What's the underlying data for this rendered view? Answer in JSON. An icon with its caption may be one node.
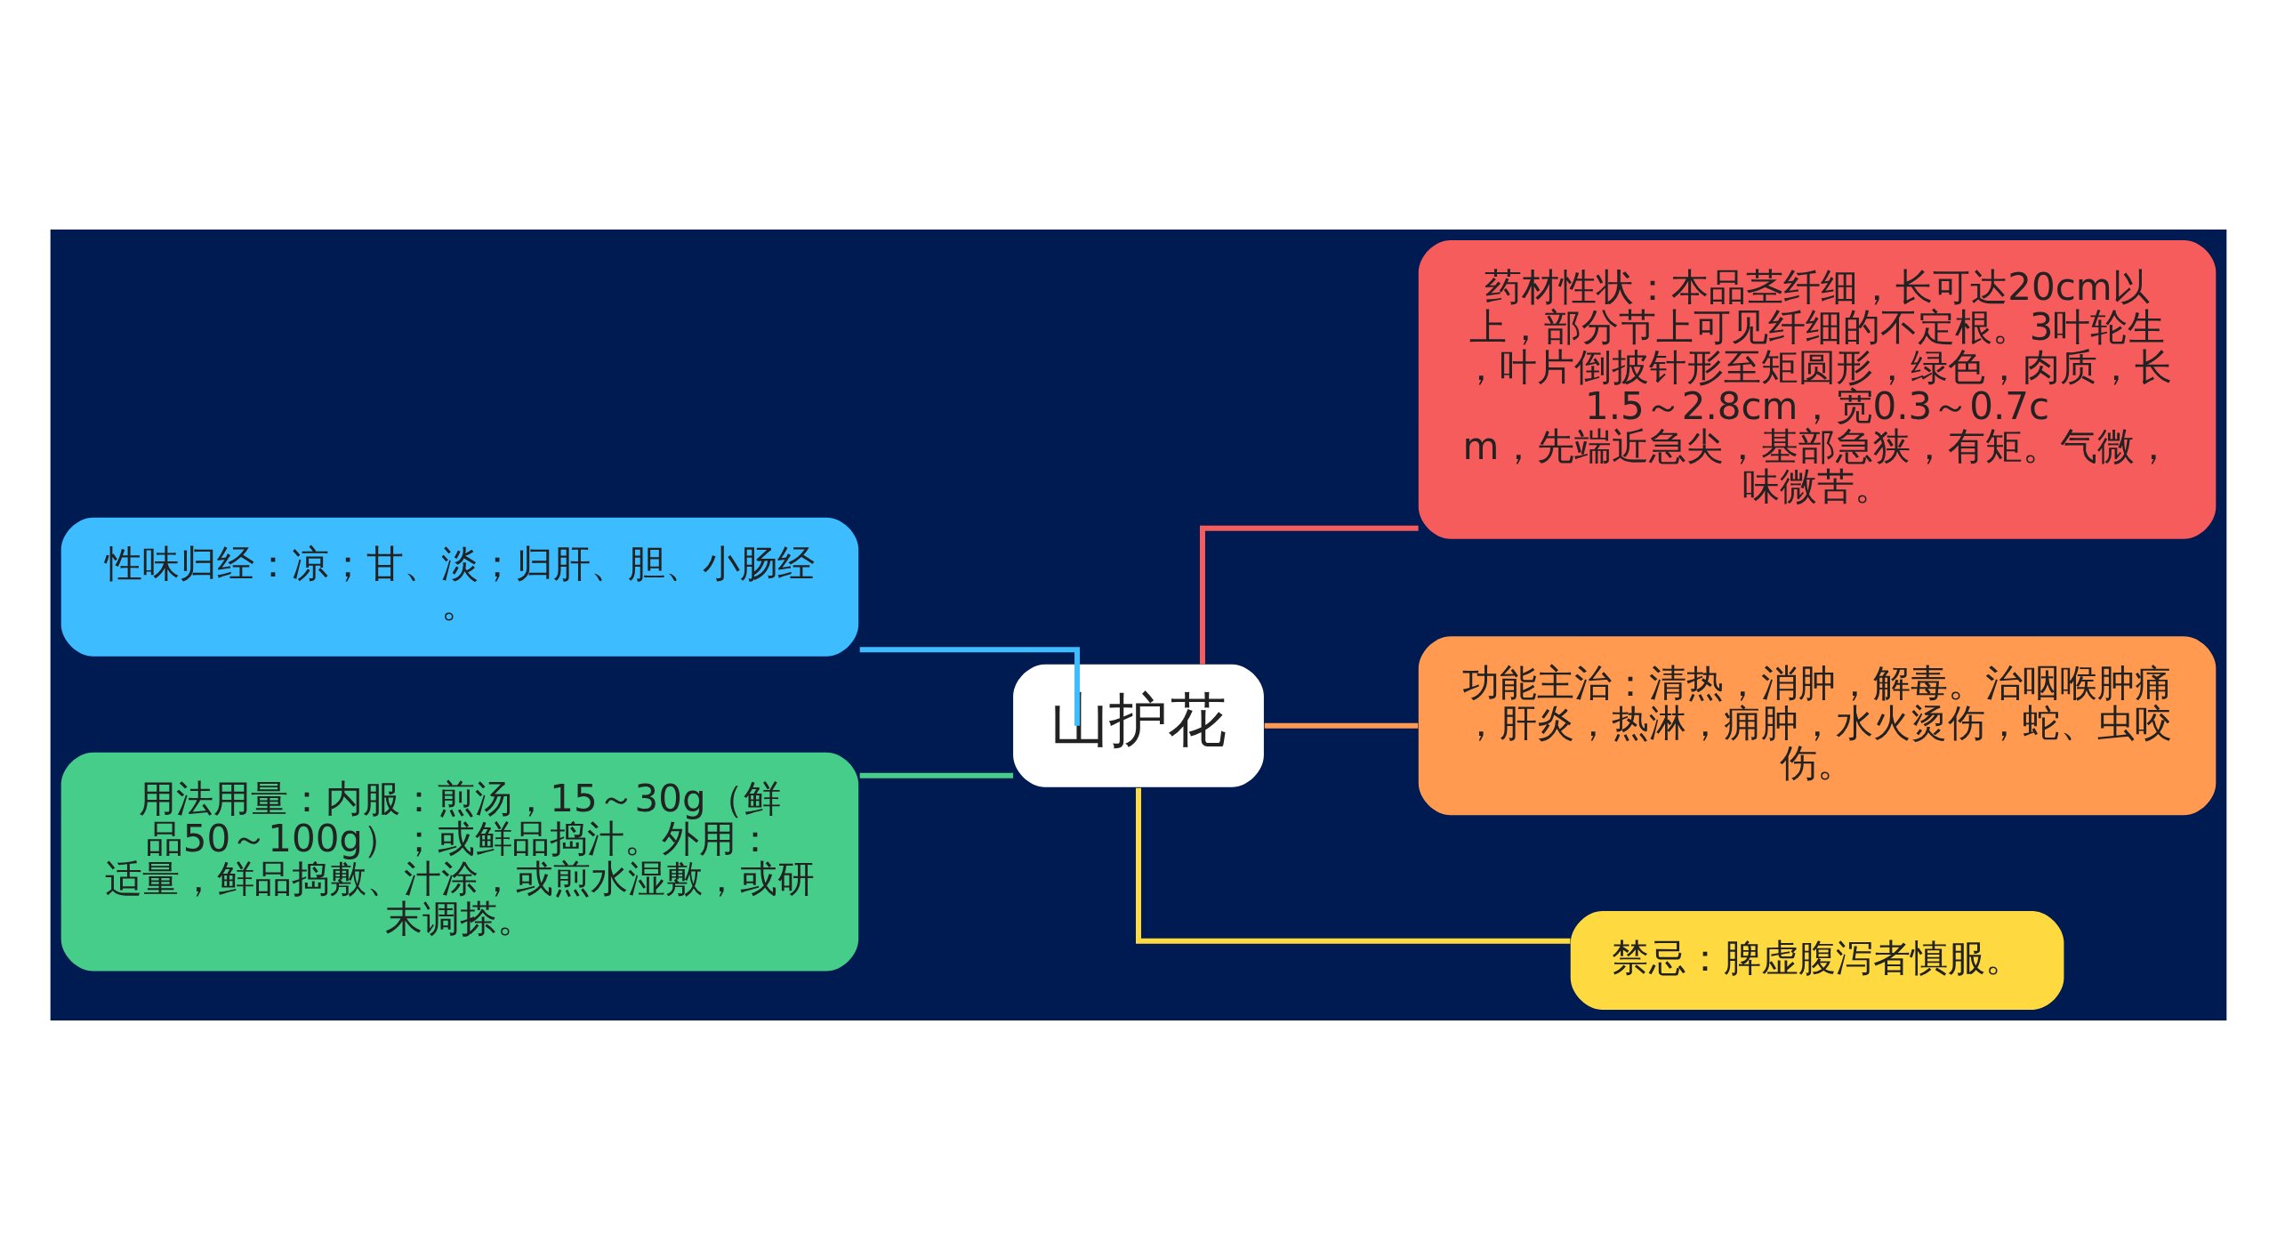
{
  "diagram": {
    "nodes": [
      {
        "text": [
          "山护花"
        ]
      },
      {
        "text": [
          "性味归经：凉；甘、淡；归肝、胆、小肠经。"
        ]
      },
      {
        "text": [
          "用法用量：内服：煎汤，15～30g（鲜品50～100g）；或鲜品捣汁。外用：适量，鲜品捣敷、汁涂，或煎水湿敷，或研末调搽。"
        ]
      },
      {
        "text": [
          "药材性状：本品茎纤细，长可达20cm以上，部分节上可见纤细的不定根。3叶轮生，叶片倒披针形至矩圆形，绿色，肉质，长1.5～2.8cm，宽0.3～0.7cm，先端近急尖，基部急狭，有矩。气微，味微苦。"
        ]
      },
      {
        "text": [
          "功能主治：清热，消肿，解毒。治咽喉肿痛，肝炎，热淋，痈肿，水火烫伤，蛇、虫咬伤。"
        ]
      },
      {
        "text": [
          "禁忌：脾虚腹泻者慎服。"
        ]
      }
    ],
    "edges": [
      {
        "from": 0,
        "to": 1,
        "arrow": "none",
        "color": "#3dbcff"
      },
      {
        "from": 0,
        "to": 2,
        "arrow": "none",
        "color": "#47cd8a"
      },
      {
        "from": 0,
        "to": 3,
        "arrow": "none",
        "color": "#f65c5c"
      },
      {
        "from": 0,
        "to": 4,
        "arrow": "none",
        "color": "#ff9a50"
      },
      {
        "from": 0,
        "to": 5,
        "arrow": "none",
        "color": "#ffd940"
      }
    ]
  }
}
